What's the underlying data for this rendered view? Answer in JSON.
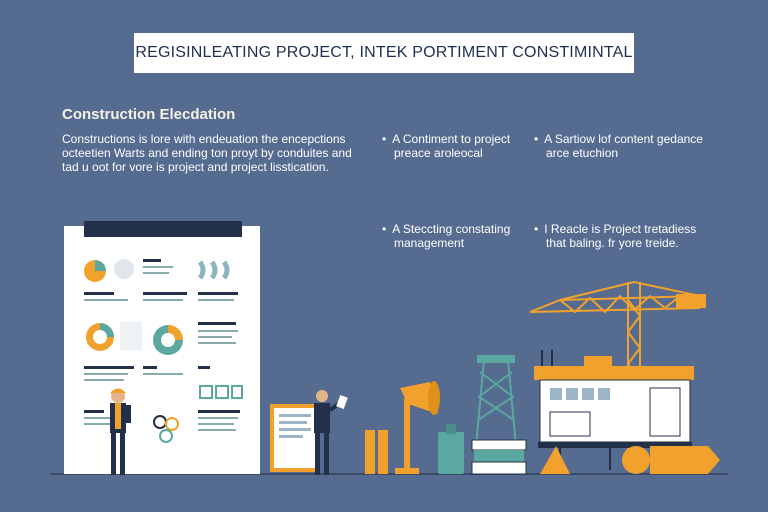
{
  "banner": {
    "title": "REGISINLEATING PROJECT, INTEK PORTIMENT CONSTIMINTAL"
  },
  "section": {
    "heading": "Construction Elecdation",
    "intro_lines": [
      "Constructions is lore with endeuation the encepctions",
      "octeetien Warts and ending ton proyt by conduites and",
      "tad u oot for vore is project and project lisstication."
    ]
  },
  "bullets": [
    {
      "line1": "A Contiment to project",
      "line2": "preace aroleocal"
    },
    {
      "line1": "A Sartiow lof content gedance",
      "line2": "arce etuchion"
    },
    {
      "line1": "A Steccting constating",
      "line2": "management"
    },
    {
      "line1": "I Reacle is Project tretadiess",
      "line2": "that baling. fr yore treide."
    }
  ],
  "colors": {
    "background": "#556b8f",
    "accent_orange": "#f2a22c",
    "panel": "#ffffff",
    "navy": "#23304a",
    "teal": "#5aa8a0"
  },
  "icons": [
    "bullet-icon",
    "crane-icon",
    "megaphone-icon",
    "tower-icon",
    "building-icon",
    "books-icon",
    "worker-icon"
  ]
}
